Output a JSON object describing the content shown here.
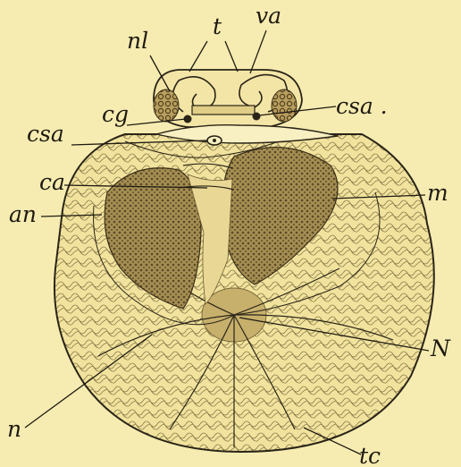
{
  "figure": {
    "paper_color": "#f6ecb1",
    "ink_color": "#1f1a12",
    "labels": {
      "t": "t",
      "nl": "nl",
      "va": "va",
      "cg": "cg",
      "csa_right": "csa .",
      "csa_left": "csa",
      "ca": "ca",
      "an": "an",
      "m": "m",
      "N": "N",
      "n": "n",
      "tc": "tc"
    }
  }
}
